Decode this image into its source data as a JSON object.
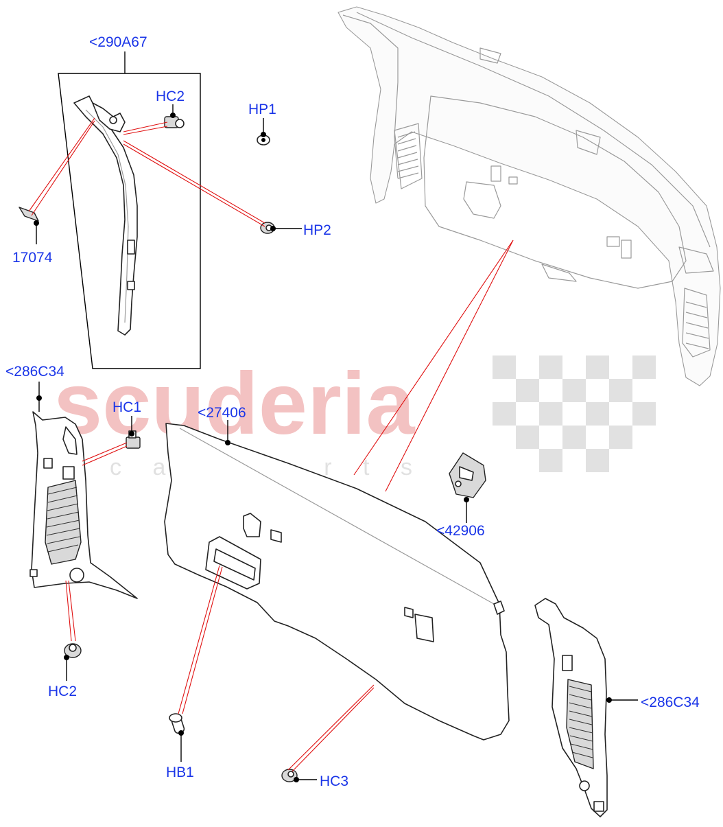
{
  "watermark": {
    "brand": "scuderia",
    "subtitle": "c a r   p a r t s",
    "brand_color": "#f2b8b8",
    "checker_color": "#d9d9d9"
  },
  "colors": {
    "label": "#1a35e8",
    "red_line": "#e01010",
    "leader": "#000000"
  },
  "callouts": {
    "c290a67": "<290A67",
    "hc2_top": "HC2",
    "hp1": "HP1",
    "hp2": "HP2",
    "c17074": "17074",
    "c286c34_left": "<286C34",
    "hc1": "HC1",
    "c27406": "<27406",
    "c42906": "<42906",
    "hc2_bottom": "HC2",
    "hb1": "HB1",
    "hc3": "HC3",
    "c286c34_right": "<286C34"
  }
}
